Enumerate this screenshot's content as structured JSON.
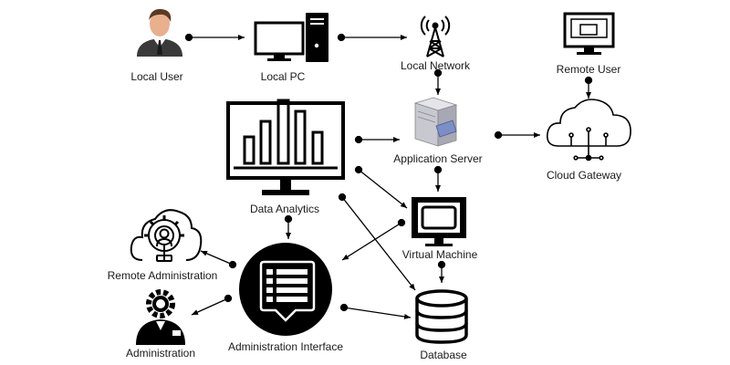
{
  "nodes": {
    "local_user": "Local User",
    "local_pc": "Local PC",
    "local_network": "Local Network",
    "remote_user": "Remote User",
    "app_server": "Application Server",
    "cloud_gateway": "Cloud Gateway",
    "data_analytics": "Data Analytics",
    "virtual_machine": "Virtual Machine",
    "remote_admin": "Remote Administration",
    "administration": "Administration",
    "admin_interface": "Administration Interface",
    "database": "Database"
  },
  "colors": {
    "stroke": "#000000",
    "skin": "#e8b08c",
    "suit": "#3a3a3a",
    "server": "#c8c8d0",
    "server_accent": "#7b8fc7"
  }
}
